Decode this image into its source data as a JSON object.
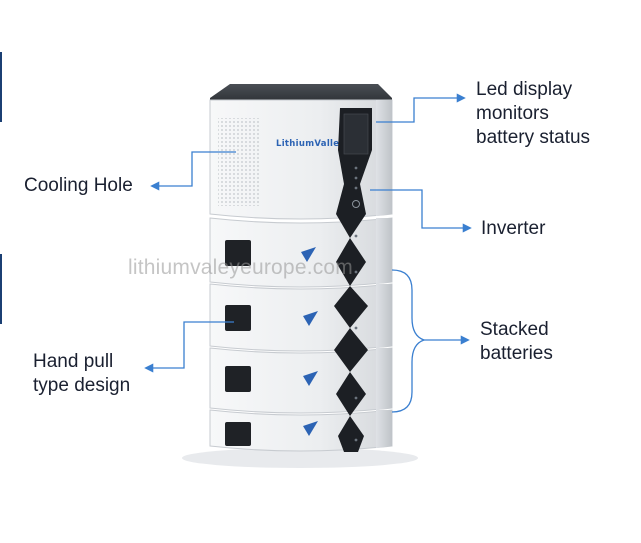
{
  "labels": {
    "led_display": [
      "Led display",
      "monitors",
      "battery status"
    ],
    "cooling_hole": "Cooling Hole",
    "inverter": "Inverter",
    "stacked_batteries": [
      "Stacked",
      "batteries"
    ],
    "hand_pull": [
      "Hand pull",
      "type design"
    ]
  },
  "brand_logo_text": "Lithium Valley",
  "watermark": "lithiumvaleyeurope.com",
  "colors": {
    "pointer": "#3a7fd0",
    "cabinet_top": "#2f3338",
    "cabinet_body": "#eceef0",
    "spine": "#1c1f24",
    "label_text": "#1a2030"
  },
  "module_count": 4
}
